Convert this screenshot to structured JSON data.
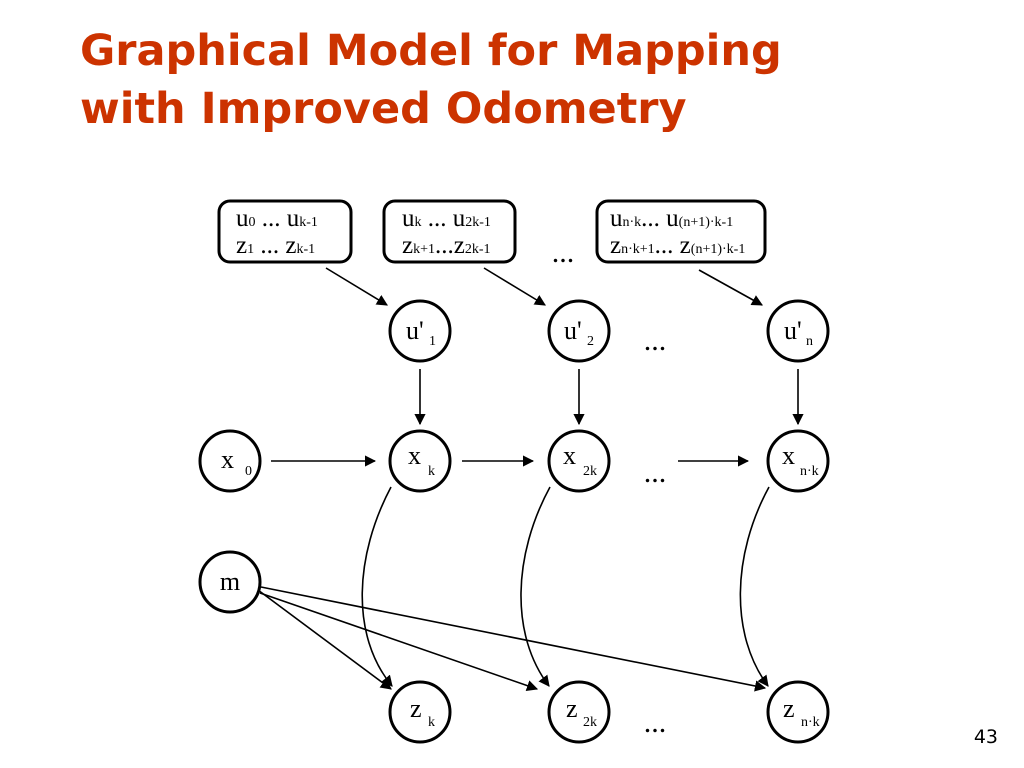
{
  "slide": {
    "title_line1": "Graphical Model for Mapping",
    "title_line2": "with Improved Odometry",
    "number": "43"
  },
  "diagram": {
    "ellipsis": "...",
    "boxes": [
      {
        "id": "box1",
        "line1": [
          {
            "t": "u",
            "s": "0"
          },
          {
            "t": " ... "
          },
          {
            "t": "u",
            "s": "k-1"
          }
        ],
        "line2": [
          {
            "t": "z",
            "s": "1"
          },
          {
            "t": " ... "
          },
          {
            "t": "z",
            "s": "k-1"
          }
        ]
      },
      {
        "id": "box2",
        "line1": [
          {
            "t": "u",
            "s": "k"
          },
          {
            "t": " ... "
          },
          {
            "t": "u",
            "s": "2k-1"
          }
        ],
        "line2": [
          {
            "t": "z",
            "s": "k+1"
          },
          {
            "t": "..."
          },
          {
            "t": "z",
            "s": "2k-1"
          }
        ]
      },
      {
        "id": "box3",
        "line1": [
          {
            "t": "u",
            "s": "n·k"
          },
          {
            "t": "... "
          },
          {
            "t": "u",
            "s": "(n+1)·k-1"
          }
        ],
        "line2": [
          {
            "t": "z",
            "s": "n·k+1"
          },
          {
            "t": "... "
          },
          {
            "t": "z",
            "s": "(n+1)·k-1"
          }
        ]
      }
    ],
    "nodes": [
      {
        "id": "u1",
        "base": "u'",
        "sub": "1"
      },
      {
        "id": "u2",
        "base": "u'",
        "sub": "2"
      },
      {
        "id": "un",
        "base": "u'",
        "sub": "n"
      },
      {
        "id": "x0",
        "base": "x",
        "sub": "0"
      },
      {
        "id": "xk",
        "base": "x",
        "sub": "k"
      },
      {
        "id": "x2k",
        "base": "x",
        "sub": "2k"
      },
      {
        "id": "xnk",
        "base": "x",
        "sub": "n·k"
      },
      {
        "id": "m",
        "base": "m",
        "sub": ""
      },
      {
        "id": "zk",
        "base": "z",
        "sub": "k"
      },
      {
        "id": "z2k",
        "base": "z",
        "sub": "2k"
      },
      {
        "id": "znk",
        "base": "z",
        "sub": "n·k"
      }
    ]
  }
}
